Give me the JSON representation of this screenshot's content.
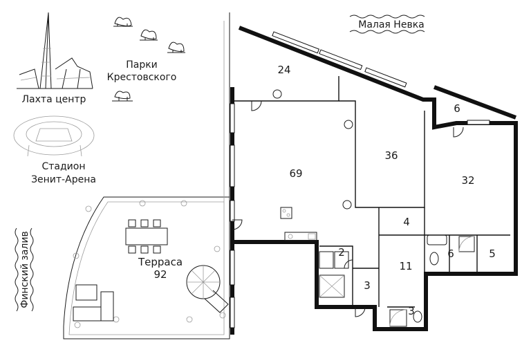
{
  "landmarks": {
    "lakhta": "Лахта центр",
    "parks_line1": "Парки",
    "parks_line2": "Крестовского",
    "stadium_line1": "Стадион",
    "stadium_line2": "Зенит-Арена",
    "river": "Малая Невка",
    "gulf": "Финский залив"
  },
  "terrace": {
    "name": "Терраса",
    "area": "92"
  },
  "rooms": {
    "r24": "24",
    "r69": "69",
    "r36": "36",
    "r32": "32",
    "r6_top": "6",
    "r4": "4",
    "r6_bath": "6",
    "r5": "5",
    "r11": "11",
    "r2": "2",
    "r3_hall": "3",
    "r3_bath": "3"
  },
  "colors": {
    "wall": "#111111",
    "line": "#1a1a1a",
    "light_line": "#9a9a9a",
    "background": "#ffffff"
  }
}
